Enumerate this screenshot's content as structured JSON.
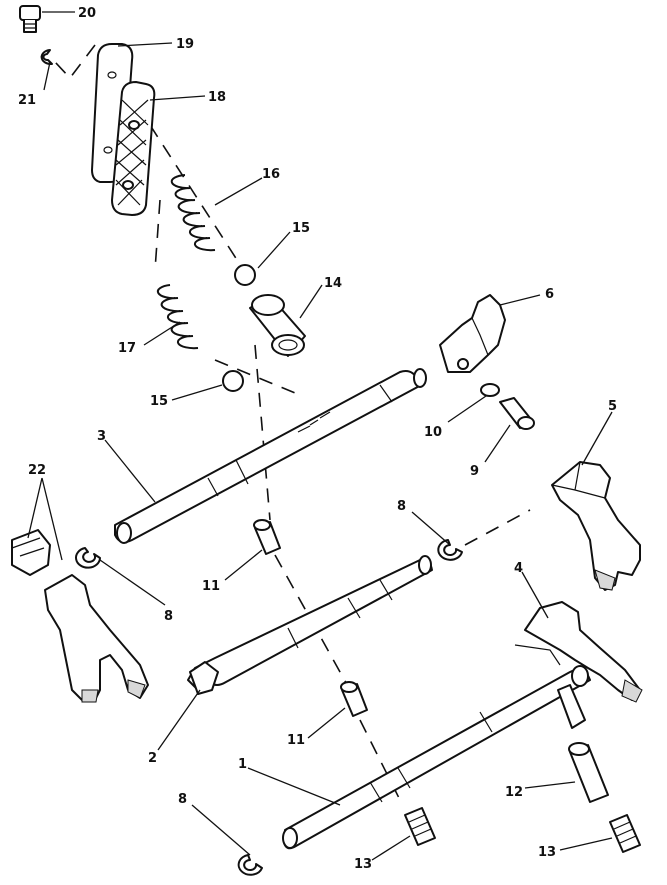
{
  "callouts": [
    {
      "id": "c20",
      "text": "20"
    },
    {
      "id": "c19",
      "text": "19"
    },
    {
      "id": "c21",
      "text": "21"
    },
    {
      "id": "c18",
      "text": "18"
    },
    {
      "id": "c16",
      "text": "16"
    },
    {
      "id": "c15a",
      "text": "15"
    },
    {
      "id": "c14",
      "text": "14"
    },
    {
      "id": "c6",
      "text": "6"
    },
    {
      "id": "c17",
      "text": "17"
    },
    {
      "id": "c15b",
      "text": "15"
    },
    {
      "id": "c10",
      "text": "10"
    },
    {
      "id": "c5",
      "text": "5"
    },
    {
      "id": "c3",
      "text": "3"
    },
    {
      "id": "c9",
      "text": "9"
    },
    {
      "id": "c22",
      "text": "22"
    },
    {
      "id": "c8a",
      "text": "8"
    },
    {
      "id": "c8b",
      "text": "8"
    },
    {
      "id": "c11a",
      "text": "11"
    },
    {
      "id": "c4",
      "text": "4"
    },
    {
      "id": "c2",
      "text": "2"
    },
    {
      "id": "c11b",
      "text": "11"
    },
    {
      "id": "c1",
      "text": "1"
    },
    {
      "id": "c12",
      "text": "12"
    },
    {
      "id": "c8c",
      "text": "8"
    },
    {
      "id": "c13a",
      "text": "13"
    },
    {
      "id": "c13b",
      "text": "13"
    }
  ]
}
